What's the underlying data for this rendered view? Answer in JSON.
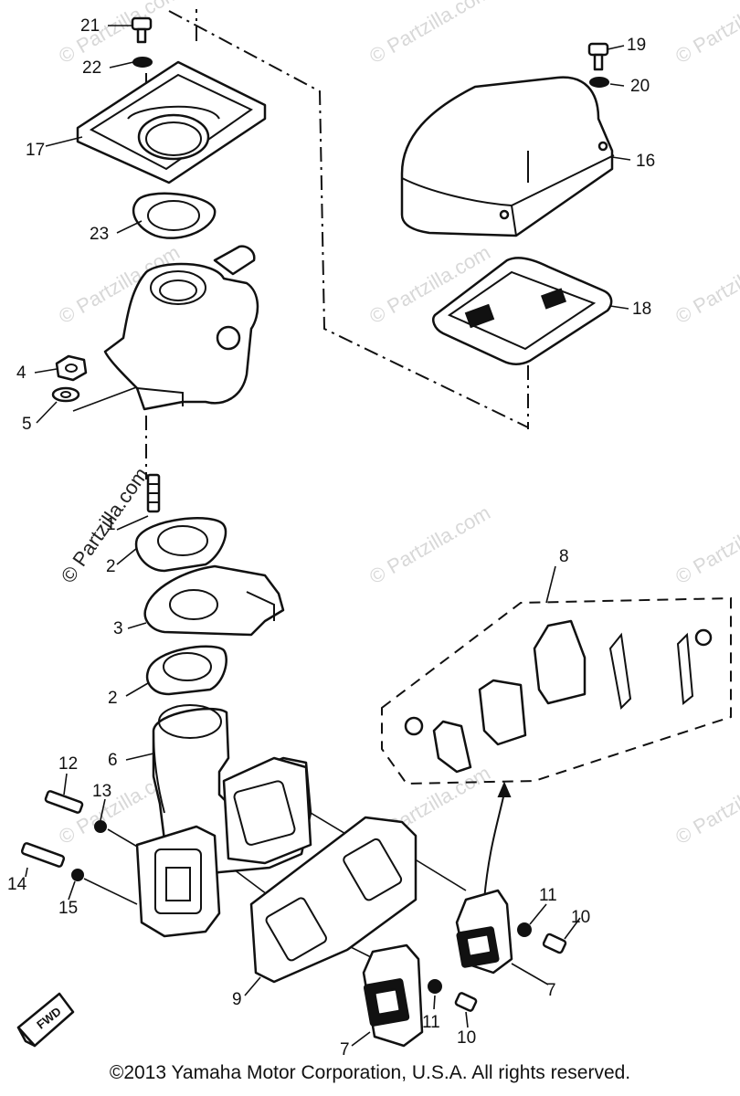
{
  "callouts": [
    {
      "label": "1"
    },
    {
      "label": "2"
    },
    {
      "label": "2"
    },
    {
      "label": "3"
    },
    {
      "label": "4"
    },
    {
      "label": "5"
    },
    {
      "label": "6"
    },
    {
      "label": "7"
    },
    {
      "label": "7"
    },
    {
      "label": "8"
    },
    {
      "label": "9"
    },
    {
      "label": "10"
    },
    {
      "label": "10"
    },
    {
      "label": "11"
    },
    {
      "label": "11"
    },
    {
      "label": "12"
    },
    {
      "label": "13"
    },
    {
      "label": "14"
    },
    {
      "label": "15"
    },
    {
      "label": "16"
    },
    {
      "label": "17"
    },
    {
      "label": "18"
    },
    {
      "label": "19"
    },
    {
      "label": "20"
    },
    {
      "label": "21"
    },
    {
      "label": "22"
    },
    {
      "label": "23"
    }
  ],
  "watermark": "© Partzilla.com",
  "fwd_label": "FWD",
  "copyright": "©2013 Yamaha Motor Corporation, U.S.A. All rights reserved."
}
